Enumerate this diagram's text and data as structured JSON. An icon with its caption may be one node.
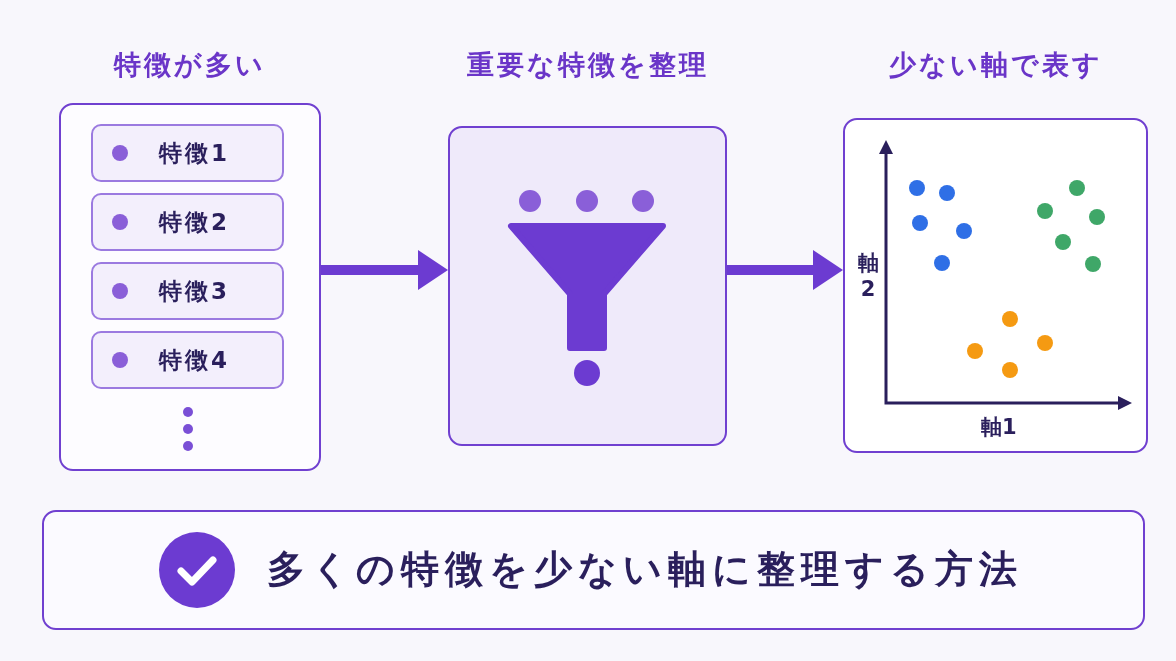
{
  "diagram": {
    "nodes": [
      {
        "text": [
          "特徴が多い"
        ]
      },
      {
        "text": [
          "特徴1"
        ],
        "in": 0
      },
      {
        "text": [
          "特徴2"
        ],
        "in": 0
      },
      {
        "text": [
          "特徴3"
        ],
        "in": 0
      },
      {
        "text": [
          "特徴4"
        ],
        "in": 0
      },
      {
        "text": [
          "重要な特徴を整理"
        ]
      },
      {
        "text": [
          "少ない軸で表す"
        ]
      },
      {
        "text": [
          "多くの特徴を少ない軸に整理する方法"
        ]
      }
    ],
    "edges": [
      {
        "from": 0,
        "to": 5,
        "arrow": "to"
      },
      {
        "from": 5,
        "to": 6,
        "arrow": "to"
      }
    ],
    "labels": [
      "軸2",
      "軸1"
    ]
  }
}
